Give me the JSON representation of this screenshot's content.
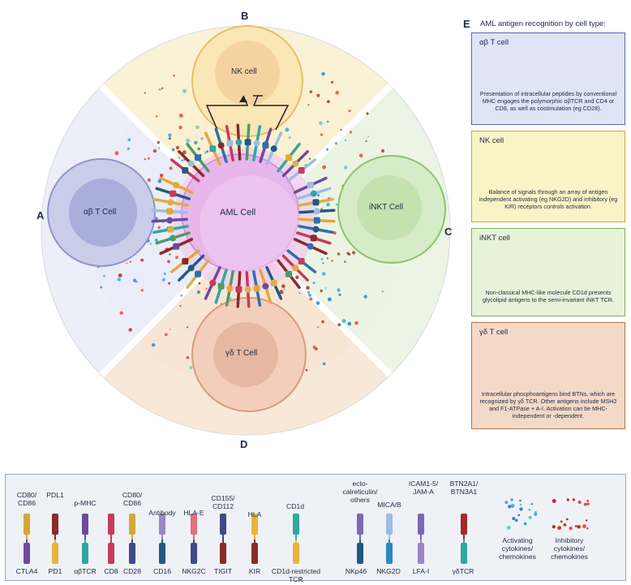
{
  "panels": {
    "A": "A",
    "B": "B",
    "C": "C",
    "D": "D",
    "E": "E"
  },
  "cells": {
    "center": "AML Cell",
    "nk": "NK cell",
    "ab": "αβ T Cell",
    "inkt": "iNKT Cell",
    "gd": "γδ T Cell"
  },
  "side_panel": {
    "title": "AML antigen recognition by cell type:",
    "boxes": [
      {
        "title": "αβ T cell",
        "text": "Presentation of intracellular peptides by conventional MHC engages the polymorphic αβTCR and CD4 or CD8, as well as costimulation (eg CD28).",
        "fill": "#dfe4f7",
        "border": "#5a67b8"
      },
      {
        "title": "NK cell",
        "text": "Balance of signals through an array of antigen independent activating (eg NKG2D) and inhibitory (eg KIR) receptors controls activation.",
        "fill": "#faf3c6",
        "border": "#c9a640"
      },
      {
        "title": "iNKT cell",
        "text": "Non-classical MHC-like molecule CD1d presents glycolipid antigens to the semi-invariant iNKT TCR.",
        "fill": "#e6f3d8",
        "border": "#7fae5a"
      },
      {
        "title": "γδ T cell",
        "text": "Intracellular phosphoantigens bind BTNs, which are recognized by γδ TCR. Other antigens include MSH2 and F1-ATPase + A-I. Activation can be MHC-independent or -dependent.",
        "fill": "#f3d9c7",
        "border": "#b4744e"
      }
    ]
  },
  "legend": {
    "items": [
      {
        "top": "CD80/\nCD86",
        "bottom": "CTLA4"
      },
      {
        "top": "PDL1",
        "bottom": "PD1"
      },
      {
        "top": "p-MHC",
        "bottom": "αβTCR"
      },
      {
        "top": "",
        "bottom": "CD8"
      },
      {
        "top": "CD80/\nCD86",
        "bottom": "CD28"
      },
      {
        "top": "Antibody",
        "bottom": "CD16"
      },
      {
        "top": "HLA-E",
        "bottom": "NKG2C"
      },
      {
        "top": "CD155/\nCD112",
        "bottom": "TIGIT"
      },
      {
        "top": "HLA",
        "bottom": "KIR"
      },
      {
        "top": "CD1d",
        "bottom": "CD1d-restricted\nTCR"
      },
      {
        "top": "ecto-\ncalreticulin/\nothers",
        "bottom": "NKp46"
      },
      {
        "top": "MICA/B",
        "bottom": "NKG2D"
      },
      {
        "top": "ICAM1-5/\nJAM-A",
        "bottom": "LFA-I"
      },
      {
        "top": "BTN2A1/\nBTN3A1",
        "bottom": "γδTCR"
      },
      {
        "top": "",
        "bottom": "Activating\ncytokines/\nchemokines"
      },
      {
        "top": "",
        "bottom": "Inhibitory\ncytokines/\nchemokines"
      }
    ]
  }
}
